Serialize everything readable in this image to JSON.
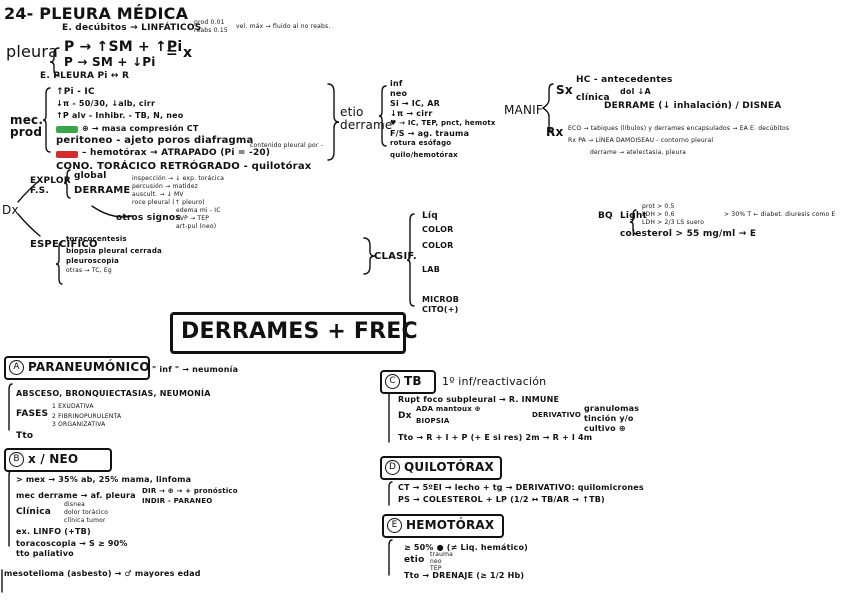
{
  "header": {
    "title": "24- PLEURA MÉDICA",
    "pleura_label": "pleura",
    "p_line": "E. decúbitos → LINFÁTICOS",
    "prod": "prod 0.01",
    "reabs": "reabs 0.15",
    "vel": "vel. máx → fluido al no reabs.",
    "sm_line1": "P → ↑SM + ↑Pi",
    "sm_line2": "P → SM + ↓Pi",
    "eq": "= x",
    "e_pleura": "E. PLEURA Pi ↔ R"
  },
  "mec_prod": {
    "label": "mec. prod",
    "items": [
      "↑Pi - IC",
      "↓π - 50/30, ↓alb, cirr",
      "↑P alv - Inhibr. - TB, N, neo",
      "⊕ → masa compresión CT",
      "peritoneo - ajeto poros diafragma",
      "– hemotórax → ATRAPADO (Pi = -20)",
      "CONO. TORÁCICO RETRÓGRADO - quilotórax"
    ],
    "hemo_note": "contenido pleural por -",
    "swatch_green": "#3aa64a",
    "swatch_red": "#d22b2b"
  },
  "etio": {
    "label": "etio derrame",
    "items": [
      "inf",
      "neo",
      "Si → IC, AR",
      "↓π → cirr",
      "♥ → IC, TEP, pnct, hemotx",
      "F/S → ag. trauma",
      "rotura esófago",
      "quilo/hemotórax"
    ],
    "si_note": "IC3, AR",
    "fs_note": "trauma / t"
  },
  "manif": {
    "label": "MANIF",
    "sx": "Sx",
    "sx_items": [
      "HC - antecedentes",
      "clínica",
      "DERRAME (↓ inhalación) / DISNEA"
    ],
    "clin_note": "dol ↓A",
    "rx": "Rx",
    "rx_items": [
      "ECO → tabiques (líbulos) y derrames encapsulados → EA E. decúbitos",
      "Rx PA → LÍNEA DAMOISEAU - contorno pleural",
      "derrame → atelectasia, pleura"
    ]
  },
  "dx": {
    "label": "Dx",
    "explor": "EXPLOR F.S.",
    "global": "global",
    "derrame": "DERRAME",
    "derrame_items": [
      "inspección → ↓ exp. torácica",
      "percusión → matidez",
      "auscult. → ↓ MV",
      "roce pleural (↑ pleuro)"
    ],
    "otros": "otros signos",
    "otros_items": [
      "edema mi - IC",
      "TVP → TEP",
      "art-pul (neo)"
    ],
    "especifico": "ESPECÍFICO",
    "esp_items": [
      "toracocentesis",
      "biopsia pleural cerrada",
      "pleuroscopia",
      "otras → TC, Eg"
    ],
    "clasif": "CLASIF.",
    "clasif_items": [
      "Líq",
      "COLOR",
      "COLOR",
      "LAB",
      "MICROB",
      "CITO(+)"
    ],
    "bq": "BQ",
    "light": "Light",
    "light_items": [
      "prot > 0.5",
      "LDH > 0.6",
      "LDH > 2/3 LS suero"
    ],
    "col": "colesterol > 55 mg/ml → E",
    "note30": "> 30% T ← diabet. diuresis como E"
  },
  "center": {
    "title": "DERRAMES + FREC"
  },
  "para": {
    "letter": "A",
    "title": "PARANEUMÓNICO",
    "sub": "\" inf \" → neumonía",
    "items": [
      "ABSCESO, BRONQUIECTASIAS, NEUMONÍA",
      "FASES",
      "Tto"
    ],
    "fases": [
      "1 EXUDATIVA",
      "2 FIBRINOPURULENTA",
      "3 ORGANIZATIVA"
    ]
  },
  "neo": {
    "letter": "B",
    "title": "x / NEO",
    "items": [
      "> mex → 35% ab, 25% mama, linfoma",
      "mec derrame → af. pleura",
      "Clínica",
      "ex. LINFO (+TB)",
      "toracoscopia → S ≥ 90%",
      "tto paliativo"
    ],
    "dir": "DIR → ⊕ → + pronóstico",
    "indir": "INDIR - PARANEO",
    "clin": [
      "disnea",
      "dolor torácico",
      "clínica tumor"
    ],
    "meso": "mesotelioma (asbesto) → ♂ mayores edad"
  },
  "tb": {
    "letter": "C",
    "title": "TB",
    "sub": "1º inf/reactivación",
    "items": [
      "Rupt foco subpleural → R. INMUNE",
      "Dx",
      "Tto → R + I + P (+ E si res) 2m → R + I 4m"
    ],
    "dx_items": [
      "ADA mantoux ⊕",
      "BIOPSIA"
    ],
    "dx_note": "DERIVATIVO",
    "gran": "granulomas tinción y/o cultivo ⊕"
  },
  "quilo": {
    "letter": "D",
    "title": "QUILOTÓRAX",
    "items": [
      "CT → 5ºEI → lecho + tg → DERIVATIVO: quilomicrones",
      "PS → COLESTEROL + LP (1/2 ↔ TB/AR → ↑TB)"
    ]
  },
  "hemo": {
    "letter": "E",
    "title": "HEMOTÓRAX",
    "items": [
      "≥ 50% ● (≠ Liq. hemático)",
      "etio",
      "Tto → DRENAJE (≥ 1/2 Hb)"
    ],
    "etio_items": [
      "trauma",
      "neo",
      "TEP"
    ]
  }
}
